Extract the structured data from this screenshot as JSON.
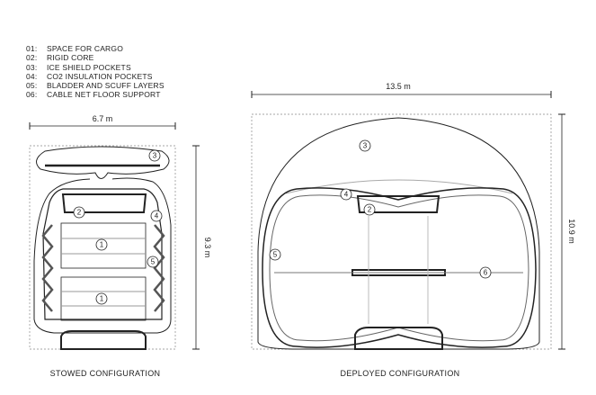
{
  "legend": [
    {
      "num": "01:",
      "label": "SPACE FOR CARGO"
    },
    {
      "num": "02:",
      "label": "RIGID CORE"
    },
    {
      "num": "03:",
      "label": "ICE SHIELD POCKETS"
    },
    {
      "num": "04:",
      "label": "CO2 INSULATION POCKETS"
    },
    {
      "num": "05:",
      "label": "BLADDER AND SCUFF LAYERS"
    },
    {
      "num": "06:",
      "label": "CABLE NET FLOOR SUPPORT"
    }
  ],
  "stowed": {
    "caption": "STOWED CONFIGURATION",
    "width": "6.7 m",
    "height": "9.3 m",
    "callouts": [
      "3",
      "2",
      "4",
      "1",
      "5",
      "1"
    ]
  },
  "deployed": {
    "caption": "DEPLOYED CONFIGURATION",
    "width": "13.5 m",
    "height": "10.9 m",
    "callouts": [
      "3",
      "4",
      "2",
      "5",
      "6"
    ]
  }
}
